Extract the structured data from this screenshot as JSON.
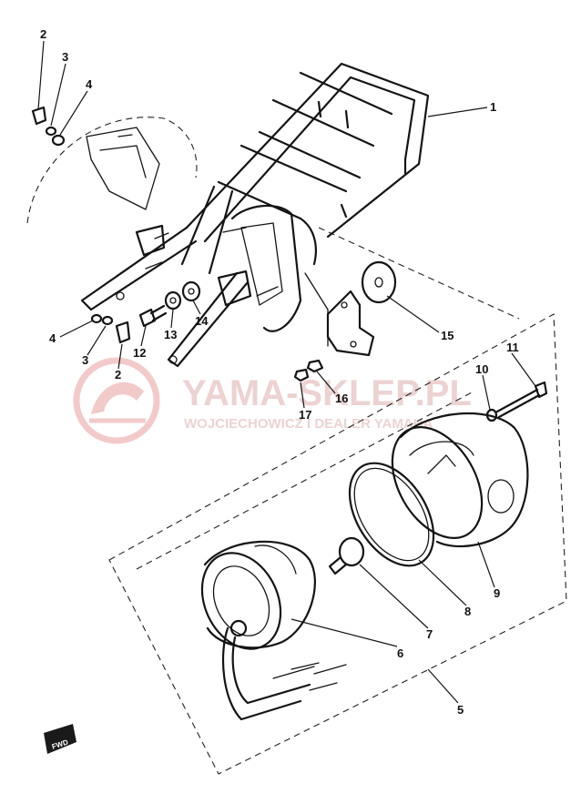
{
  "callouts": [
    {
      "id": "1",
      "label": "1"
    },
    {
      "id": "2a",
      "label": "2"
    },
    {
      "id": "3a",
      "label": "3"
    },
    {
      "id": "4a",
      "label": "4"
    },
    {
      "id": "4b",
      "label": "4"
    },
    {
      "id": "3b",
      "label": "3"
    },
    {
      "id": "2b",
      "label": "2"
    },
    {
      "id": "12",
      "label": "12"
    },
    {
      "id": "13",
      "label": "13"
    },
    {
      "id": "14",
      "label": "14"
    },
    {
      "id": "15",
      "label": "15"
    },
    {
      "id": "16",
      "label": "16"
    },
    {
      "id": "17",
      "label": "17"
    },
    {
      "id": "10",
      "label": "10"
    },
    {
      "id": "11",
      "label": "11"
    },
    {
      "id": "9",
      "label": "9"
    },
    {
      "id": "8",
      "label": "8"
    },
    {
      "id": "7",
      "label": "7"
    },
    {
      "id": "6",
      "label": "6"
    },
    {
      "id": "5",
      "label": "5"
    }
  ],
  "watermark": {
    "brand": "YAMA-SKLEP.PL",
    "tagline": "WOJCIECHOWICZ I DEALER YAMAHA",
    "color": "#e8b8b8"
  },
  "fwd_mark": {
    "label": "FWD"
  },
  "colors": {
    "ink": "#141414",
    "background": "#ffffff"
  }
}
